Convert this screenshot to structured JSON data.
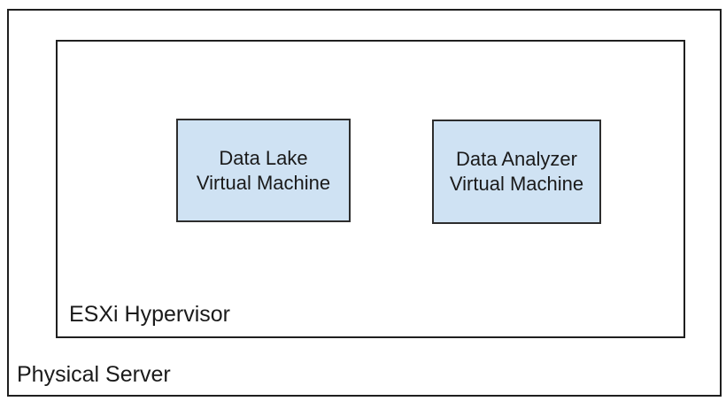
{
  "diagram": {
    "outer_box": {
      "label": "Physical Server"
    },
    "inner_box": {
      "label": "ESXi Hypervisor"
    },
    "vm_boxes": [
      {
        "label_line1": "Data Lake",
        "label_line2": "Virtual Machine"
      },
      {
        "label_line1": "Data Analyzer",
        "label_line2": "Virtual Machine"
      }
    ],
    "colors": {
      "vm_fill": "#cfe2f3",
      "vm_border": "#2d2d2d",
      "box_border": "#1f1f1f",
      "background": "#ffffff",
      "text": "#1a1a1a"
    }
  }
}
